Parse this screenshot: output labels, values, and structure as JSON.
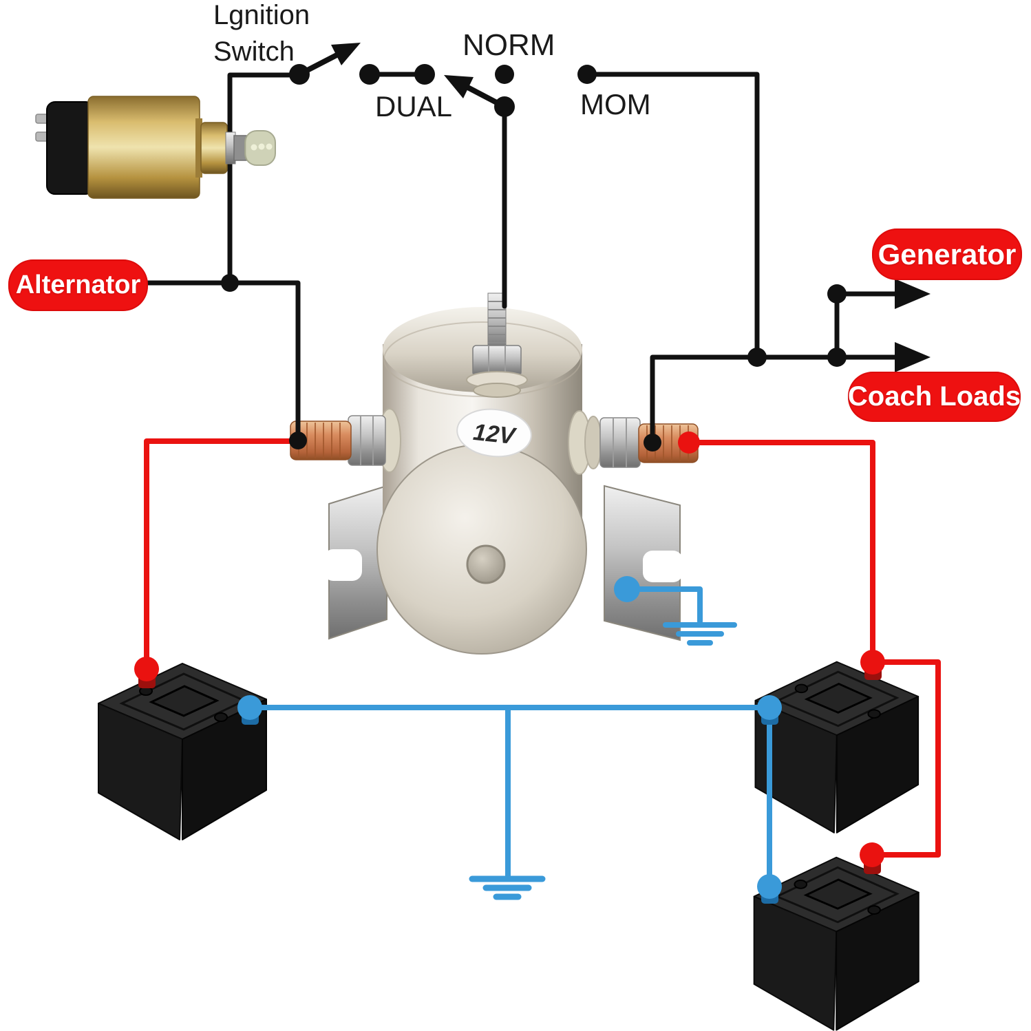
{
  "diagram": {
    "switch_labels": {
      "ignition_line1": "Lgnition",
      "ignition_line2": "Switch",
      "norm": "NORM",
      "dual": "DUAL",
      "mom": "MOM"
    },
    "component_labels": {
      "alternator": "Alternator",
      "generator": "Generator",
      "coach_loads": "Coach Loads",
      "solenoid_voltage": "12V"
    },
    "colors": {
      "wire_black": "#111111",
      "wire_red": "#ea1210",
      "wire_blue": "#3a9ad9",
      "label_bg": "#ee1111",
      "label_text": "#ffffff"
    }
  }
}
